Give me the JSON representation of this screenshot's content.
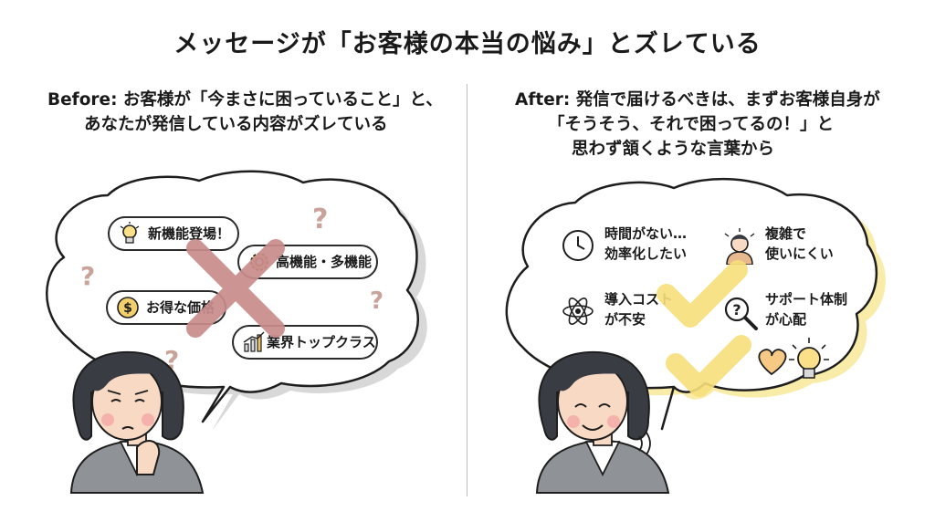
{
  "title": "メッセージが「お客様の本当の悩み」とズレている",
  "before": {
    "caption_line1": "Before: お客様が「今まさに困っていること」と、",
    "caption_line2": "あなたが発信している内容がズレている",
    "pills": [
      {
        "label": "新機能登場！",
        "icon": "lightbulb-icon"
      },
      {
        "label": "高機能・多機能",
        "icon": "gear-icon"
      },
      {
        "label": "お得な価格",
        "icon": "dollar-coin-icon"
      },
      {
        "label": "業界トップクラス",
        "icon": "bar-chart-icon"
      }
    ]
  },
  "after": {
    "caption_line1": "After: 発信で届けるべきは、まずお客様自身が",
    "caption_line2": "「そうそう、それで困ってるの！」と",
    "caption_line3": "思わず頷くような言葉から",
    "items": [
      {
        "line1": "時間がない…",
        "line2": "効率化したい",
        "icon": "clock-icon"
      },
      {
        "line1": "複雑で",
        "line2": "使いにくい",
        "icon": "confused-person-icon"
      },
      {
        "line1": "導入コスト",
        "line2": "が不安",
        "icon": "atom-icon"
      },
      {
        "line1": "サポート体制",
        "line2": "が心配",
        "icon": "magnifier-question-icon"
      }
    ]
  },
  "colors": {
    "cross": "#c98c8c",
    "check": "#f6df7a",
    "bubble_shadow_before": "#d8d8d8",
    "bubble_shadow_after": "#f8eca8"
  }
}
